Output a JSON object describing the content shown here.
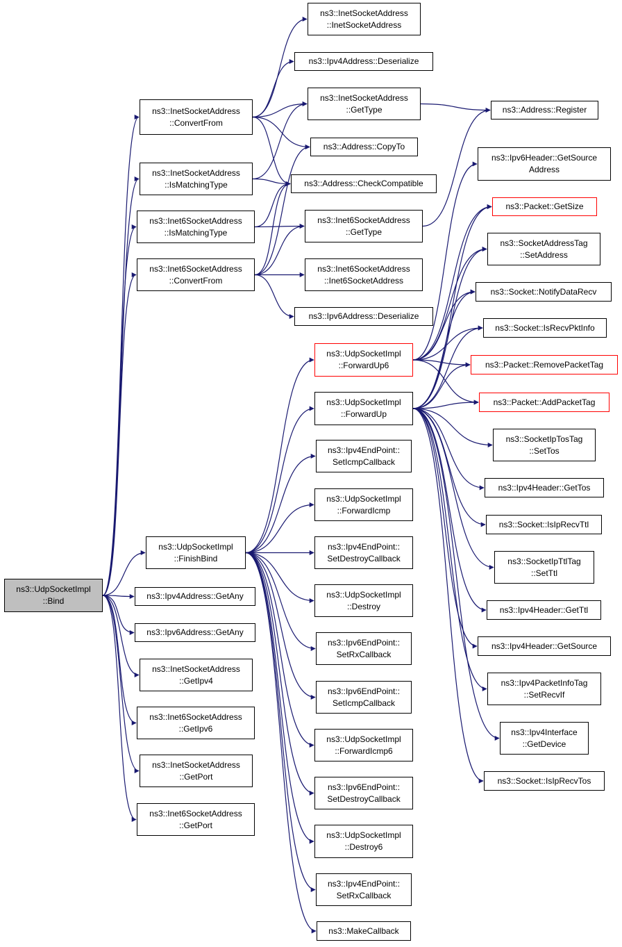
{
  "colors": {
    "edge": "#191970",
    "root_fill": "#bfbfbf",
    "box_border": "#000000",
    "truncated_border": "#ff0000"
  },
  "nodes": {
    "bind": {
      "l1": "ns3::UdpSocketImpl",
      "l2": "::Bind"
    },
    "finish_bind": {
      "l1": "ns3::UdpSocketImpl",
      "l2": "::FinishBind"
    },
    "inet_convert_from": {
      "l1": "ns3::InetSocketAddress",
      "l2": "::ConvertFrom"
    },
    "inet_is_matching_type": {
      "l1": "ns3::InetSocketAddress",
      "l2": "::IsMatchingType"
    },
    "inet6_is_matching_type": {
      "l1": "ns3::Inet6SocketAddress",
      "l2": "::IsMatchingType"
    },
    "inet6_convert_from": {
      "l1": "ns3::Inet6SocketAddress",
      "l2": "::ConvertFrom"
    },
    "ipv4_get_any": {
      "l1": "ns3::Ipv4Address::GetAny"
    },
    "ipv6_get_any": {
      "l1": "ns3::Ipv6Address::GetAny"
    },
    "inet_get_ipv4": {
      "l1": "ns3::InetSocketAddress",
      "l2": "::GetIpv4"
    },
    "inet6_get_ipv6": {
      "l1": "ns3::Inet6SocketAddress",
      "l2": "::GetIpv6"
    },
    "inet_get_port": {
      "l1": "ns3::InetSocketAddress",
      "l2": "::GetPort"
    },
    "inet6_get_port": {
      "l1": "ns3::Inet6SocketAddress",
      "l2": "::GetPort"
    },
    "inet_ctor": {
      "l1": "ns3::InetSocketAddress",
      "l2": "::InetSocketAddress"
    },
    "ipv4_deserialize": {
      "l1": "ns3::Ipv4Address::Deserialize"
    },
    "inet_get_type": {
      "l1": "ns3::InetSocketAddress",
      "l2": "::GetType"
    },
    "address_copy_to": {
      "l1": "ns3::Address::CopyTo"
    },
    "address_check_compatible": {
      "l1": "ns3::Address::CheckCompatible"
    },
    "inet6_get_type": {
      "l1": "ns3::Inet6SocketAddress",
      "l2": "::GetType"
    },
    "inet6_ctor": {
      "l1": "ns3::Inet6SocketAddress",
      "l2": "::Inet6SocketAddress"
    },
    "ipv6_deserialize": {
      "l1": "ns3::Ipv6Address::Deserialize"
    },
    "forward_up6": {
      "l1": "ns3::UdpSocketImpl",
      "l2": "::ForwardUp6"
    },
    "forward_up": {
      "l1": "ns3::UdpSocketImpl",
      "l2": "::ForwardUp"
    },
    "ipv4ep_set_icmp_cb": {
      "l1": "ns3::Ipv4EndPoint::",
      "l2": "SetIcmpCallback"
    },
    "forward_icmp": {
      "l1": "ns3::UdpSocketImpl",
      "l2": "::ForwardIcmp"
    },
    "ipv4ep_set_destroy_cb": {
      "l1": "ns3::Ipv4EndPoint::",
      "l2": "SetDestroyCallback"
    },
    "destroy": {
      "l1": "ns3::UdpSocketImpl",
      "l2": "::Destroy"
    },
    "ipv6ep_set_rx_cb": {
      "l1": "ns3::Ipv6EndPoint::",
      "l2": "SetRxCallback"
    },
    "ipv6ep_set_icmp_cb": {
      "l1": "ns3::Ipv6EndPoint::",
      "l2": "SetIcmpCallback"
    },
    "forward_icmp6": {
      "l1": "ns3::UdpSocketImpl",
      "l2": "::ForwardIcmp6"
    },
    "ipv6ep_set_destroy_cb": {
      "l1": "ns3::Ipv6EndPoint::",
      "l2": "SetDestroyCallback"
    },
    "destroy6": {
      "l1": "ns3::UdpSocketImpl",
      "l2": "::Destroy6"
    },
    "ipv4ep_set_rx_cb": {
      "l1": "ns3::Ipv4EndPoint::",
      "l2": "SetRxCallback"
    },
    "make_callback": {
      "l1": "ns3::MakeCallback"
    },
    "address_register": {
      "l1": "ns3::Address::Register"
    },
    "ipv6hdr_get_source": {
      "l1": "ns3::Ipv6Header::GetSource",
      "l2": "Address"
    },
    "packet_get_size": {
      "l1": "ns3::Packet::GetSize"
    },
    "sat_set_address": {
      "l1": "ns3::SocketAddressTag",
      "l2": "::SetAddress"
    },
    "socket_notify_data_recv": {
      "l1": "ns3::Socket::NotifyDataRecv"
    },
    "socket_is_recv_pkt_info": {
      "l1": "ns3::Socket::IsRecvPktInfo"
    },
    "packet_remove_packet_tag": {
      "l1": "ns3::Packet::RemovePacketTag"
    },
    "packet_add_packet_tag": {
      "l1": "ns3::Packet::AddPacketTag"
    },
    "iptostag_set_tos": {
      "l1": "ns3::SocketIpTosTag",
      "l2": "::SetTos"
    },
    "ipv4hdr_get_tos": {
      "l1": "ns3::Ipv4Header::GetTos"
    },
    "socket_is_ip_recv_ttl": {
      "l1": "ns3::Socket::IsIpRecvTtl"
    },
    "ipttltag_set_ttl": {
      "l1": "ns3::SocketIpTtlTag",
      "l2": "::SetTtl"
    },
    "ipv4hdr_get_ttl": {
      "l1": "ns3::Ipv4Header::GetTtl"
    },
    "ipv4hdr_get_source": {
      "l1": "ns3::Ipv4Header::GetSource"
    },
    "pktinfotag_set_recv_if": {
      "l1": "ns3::Ipv4PacketInfoTag",
      "l2": "::SetRecvIf"
    },
    "ipv4if_get_device": {
      "l1": "ns3::Ipv4Interface",
      "l2": "::GetDevice"
    },
    "socket_is_ip_recv_tos": {
      "l1": "ns3::Socket::IsIpRecvTos"
    }
  },
  "edges": [
    [
      "bind",
      "finish_bind"
    ],
    [
      "bind",
      "inet_convert_from"
    ],
    [
      "bind",
      "inet_is_matching_type"
    ],
    [
      "bind",
      "inet6_is_matching_type"
    ],
    [
      "bind",
      "inet6_convert_from"
    ],
    [
      "bind",
      "ipv4_get_any"
    ],
    [
      "bind",
      "ipv6_get_any"
    ],
    [
      "bind",
      "inet_get_ipv4"
    ],
    [
      "bind",
      "inet6_get_ipv6"
    ],
    [
      "bind",
      "inet_get_port"
    ],
    [
      "bind",
      "inet6_get_port"
    ],
    [
      "inet_convert_from",
      "inet_ctor"
    ],
    [
      "inet_convert_from",
      "ipv4_deserialize"
    ],
    [
      "inet_convert_from",
      "inet_get_type"
    ],
    [
      "inet_convert_from",
      "address_copy_to"
    ],
    [
      "inet_convert_from",
      "address_check_compatible"
    ],
    [
      "inet_is_matching_type",
      "inet_get_type"
    ],
    [
      "inet_is_matching_type",
      "address_check_compatible"
    ],
    [
      "inet6_is_matching_type",
      "address_check_compatible"
    ],
    [
      "inet6_is_matching_type",
      "inet6_get_type"
    ],
    [
      "inet6_convert_from",
      "address_copy_to"
    ],
    [
      "inet6_convert_from",
      "address_check_compatible"
    ],
    [
      "inet6_convert_from",
      "inet6_get_type"
    ],
    [
      "inet6_convert_from",
      "inet6_ctor"
    ],
    [
      "inet6_convert_from",
      "ipv6_deserialize"
    ],
    [
      "inet_get_type",
      "address_register"
    ],
    [
      "inet6_get_type",
      "address_register"
    ],
    [
      "finish_bind",
      "forward_up6"
    ],
    [
      "finish_bind",
      "forward_up"
    ],
    [
      "finish_bind",
      "ipv4ep_set_icmp_cb"
    ],
    [
      "finish_bind",
      "forward_icmp"
    ],
    [
      "finish_bind",
      "ipv4ep_set_destroy_cb"
    ],
    [
      "finish_bind",
      "destroy"
    ],
    [
      "finish_bind",
      "ipv6ep_set_rx_cb"
    ],
    [
      "finish_bind",
      "ipv6ep_set_icmp_cb"
    ],
    [
      "finish_bind",
      "forward_icmp6"
    ],
    [
      "finish_bind",
      "ipv6ep_set_destroy_cb"
    ],
    [
      "finish_bind",
      "destroy6"
    ],
    [
      "finish_bind",
      "ipv4ep_set_rx_cb"
    ],
    [
      "finish_bind",
      "make_callback"
    ],
    [
      "forward_up6",
      "ipv6hdr_get_source"
    ],
    [
      "forward_up6",
      "packet_get_size"
    ],
    [
      "forward_up6",
      "sat_set_address"
    ],
    [
      "forward_up6",
      "socket_notify_data_recv"
    ],
    [
      "forward_up6",
      "socket_is_recv_pkt_info"
    ],
    [
      "forward_up6",
      "packet_remove_packet_tag"
    ],
    [
      "forward_up6",
      "packet_add_packet_tag"
    ],
    [
      "forward_up",
      "packet_get_size"
    ],
    [
      "forward_up",
      "sat_set_address"
    ],
    [
      "forward_up",
      "socket_notify_data_recv"
    ],
    [
      "forward_up",
      "socket_is_recv_pkt_info"
    ],
    [
      "forward_up",
      "packet_remove_packet_tag"
    ],
    [
      "forward_up",
      "packet_add_packet_tag"
    ],
    [
      "forward_up",
      "iptostag_set_tos"
    ],
    [
      "forward_up",
      "ipv4hdr_get_tos"
    ],
    [
      "forward_up",
      "socket_is_ip_recv_ttl"
    ],
    [
      "forward_up",
      "ipttltag_set_ttl"
    ],
    [
      "forward_up",
      "ipv4hdr_get_ttl"
    ],
    [
      "forward_up",
      "ipv4hdr_get_source"
    ],
    [
      "forward_up",
      "pktinfotag_set_recv_if"
    ],
    [
      "forward_up",
      "ipv4if_get_device"
    ],
    [
      "forward_up",
      "socket_is_ip_recv_tos"
    ]
  ]
}
